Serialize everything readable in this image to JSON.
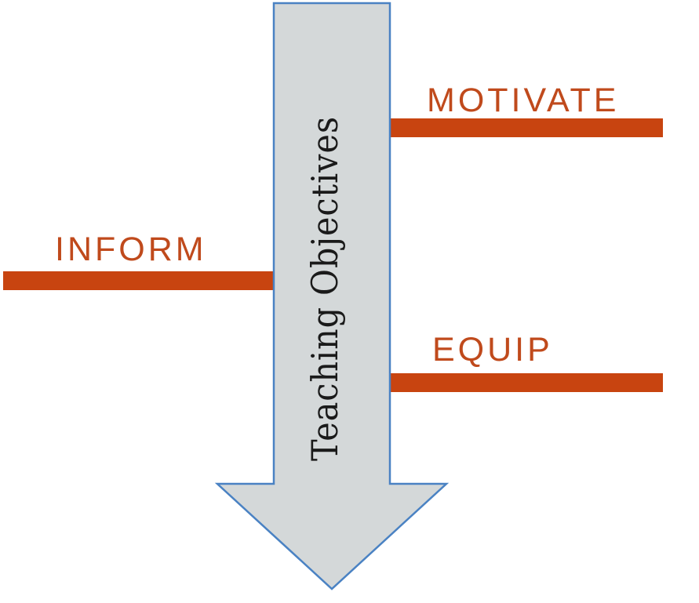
{
  "diagram": {
    "arrow": {
      "label": "Teaching Objectives",
      "fill_color": "#d4d8d9",
      "stroke_color": "#4a82c3"
    },
    "bar_color": "#c84410",
    "label_color": "#c04a1c",
    "text_color": "#1a1a1a",
    "bars": [
      {
        "label": "MOTIVATE"
      },
      {
        "label": "INFORM"
      },
      {
        "label": "EQUIP"
      }
    ]
  }
}
